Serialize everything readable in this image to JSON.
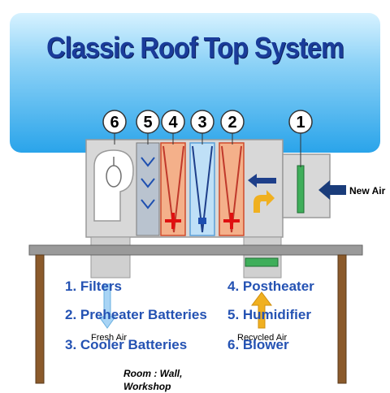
{
  "title": "Classic Roof Top System",
  "component_numbers": [
    "6",
    "5",
    "4",
    "3",
    "2",
    "1"
  ],
  "new_air_label": "New Air",
  "fresh_air_label": "Fresh Air",
  "recycled_air_label": "Recycled Air",
  "legend": [
    "1. Filters",
    "2. Preheater Batteries",
    "3. Cooler Batteries",
    "4. Postheater",
    "5. Humidifier",
    "6. Blower"
  ],
  "room_label_line1": "Room : Wall,",
  "room_label_line2": "Workshop",
  "colors": {
    "title": "#1a3c9a",
    "legend": "#2452b3",
    "heater": "#f4b08a",
    "cooler": "#bfe0f7",
    "filter": "#3fae5a",
    "table": "#8a8a8a",
    "legs": "#8b5a2b"
  }
}
